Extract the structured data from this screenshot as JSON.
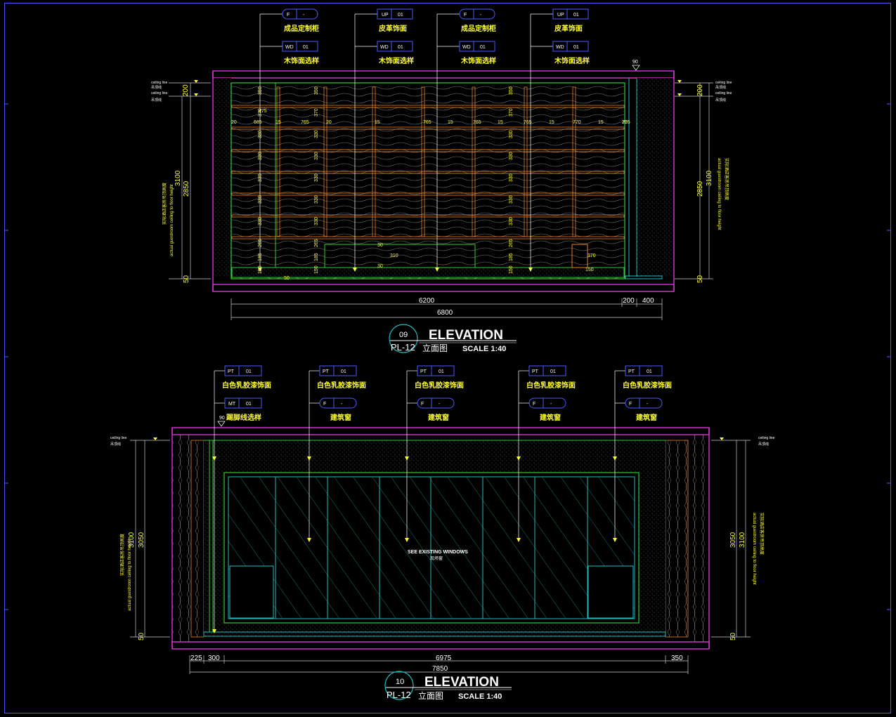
{
  "colors": {
    "background": "#000000",
    "frame": "#4a5cff",
    "slab": "#cc33cc",
    "shelf_orange": "#e8822a",
    "line_green": "#33cc33",
    "line_cyan": "#22bbbb",
    "text_yellow": "#ffff33",
    "text_white": "#ffffff",
    "hatch_gray": "#6e6e6e"
  },
  "elevation_09": {
    "circle_number": "09",
    "sheet": "PL-12",
    "title": "ELEVATION",
    "subtitle_cn": "立面图",
    "scale": "SCALE  1:40",
    "tags": [
      {
        "code": "F",
        "num": "-",
        "label": "成品定制柜",
        "shape": "ellipse"
      },
      {
        "code": "UP",
        "num": "01",
        "label": "皮革饰面",
        "shape": "box"
      },
      {
        "code": "F",
        "num": "-",
        "label": "成品定制柜",
        "shape": "ellipse"
      },
      {
        "code": "UP",
        "num": "01",
        "label": "皮革饰面",
        "shape": "box"
      }
    ],
    "tags_row2": [
      {
        "code": "WD",
        "num": "01",
        "label": "木饰面选样"
      },
      {
        "code": "WD",
        "num": "01",
        "label": "木饰面选样"
      },
      {
        "code": "WD",
        "num": "01",
        "label": "木饰面选样"
      },
      {
        "code": "WD",
        "num": "01",
        "label": "木饰面选样"
      }
    ],
    "left_levels": [
      {
        "en": "ceiling line",
        "cn": "吊顶线"
      },
      {
        "en": "ceiling line",
        "cn": "吊顶线"
      }
    ],
    "right_levels": [
      {
        "en": "ceiling line",
        "cn": "吊顶线"
      },
      {
        "en": "ceiling line",
        "cn": "吊顶线"
      }
    ],
    "left_dims": {
      "top": "200",
      "mid": "2850",
      "total": "3100",
      "bottom": "50"
    },
    "right_dims": {
      "top": "200",
      "mid": "2850",
      "total": "3100",
      "bottom": "50"
    },
    "side_note_cn": "实际酒店客房吊顶高度",
    "side_note_en": "actual guestroom ceiling to floor height",
    "top_angle": "90",
    "width_row": [
      "20",
      "685",
      "15",
      "765",
      "20",
      "15",
      "765",
      "15",
      "765",
      "15",
      "765",
      "15",
      "770",
      "15",
      "765",
      "20"
    ],
    "shelf_heights": [
      "350",
      "370",
      "330",
      "330",
      "330",
      "330",
      "330",
      "265",
      "185",
      "150"
    ],
    "bottom_dims": {
      "row1": "6200",
      "row1b": "200",
      "row1c": "400",
      "row2": "6800"
    },
    "misc_dims": [
      "30",
      "310",
      "30",
      "150",
      "370",
      "475",
      "50"
    ]
  },
  "elevation_10": {
    "circle_number": "10",
    "sheet": "PL-12",
    "title": "ELEVATION",
    "subtitle_cn": "立面图",
    "scale": "SCALE  1:40",
    "tags": [
      {
        "code": "PT",
        "num": "01",
        "label": "白色乳胶漆饰面"
      },
      {
        "code": "PT",
        "num": "01",
        "label": "白色乳胶漆饰面"
      },
      {
        "code": "PT",
        "num": "01",
        "label": "白色乳胶漆饰面"
      },
      {
        "code": "PT",
        "num": "01",
        "label": "白色乳胶漆饰面"
      },
      {
        "code": "PT",
        "num": "01",
        "label": "白色乳胶漆饰面"
      }
    ],
    "tags_row2": [
      {
        "code": "MT",
        "num": "01",
        "label": "踢脚线选样",
        "shape": "box"
      },
      {
        "code": "F",
        "num": "-",
        "label": "建筑窗",
        "shape": "ellipse"
      },
      {
        "code": "F",
        "num": "-",
        "label": "建筑窗",
        "shape": "ellipse"
      },
      {
        "code": "F",
        "num": "-",
        "label": "建筑窗",
        "shape": "ellipse"
      },
      {
        "code": "F",
        "num": "-",
        "label": "建筑窗",
        "shape": "ellipse"
      }
    ],
    "left_levels": [
      {
        "en": "ceiling line",
        "cn": "吊顶线"
      }
    ],
    "right_levels": [
      {
        "en": "ceiling line",
        "cn": "吊顶线"
      }
    ],
    "left_dims": {
      "mid": "3050",
      "total": "3100",
      "bottom": "50"
    },
    "right_dims": {
      "mid": "3050",
      "total": "3100",
      "bottom": "50"
    },
    "side_note_cn": "实际酒店客房吊顶高度",
    "side_note_en": "actual guestroom ceiling to floor height",
    "top_angle": "90",
    "window_note_en": "SEE EXISTING WINDOWS",
    "window_note_cn": "现场窗",
    "bottom_dims": {
      "a": "225",
      "b": "300",
      "c": "6975",
      "d": "350",
      "total": "7850"
    }
  }
}
